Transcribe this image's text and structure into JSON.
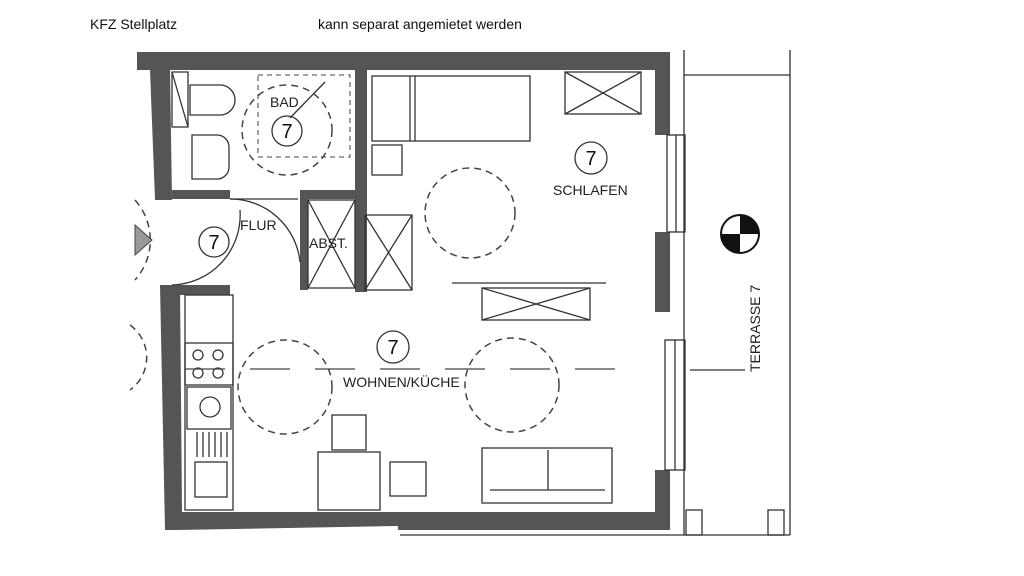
{
  "header": {
    "parking_label": "KFZ Stellplatz",
    "parking_note": "kann separat angemietet werden"
  },
  "rooms": [
    {
      "name": "BAD",
      "number": "7"
    },
    {
      "name": "FLUR",
      "number": "7"
    },
    {
      "name": "ABST.",
      "number": ""
    },
    {
      "name": "SCHLAFEN",
      "number": "7"
    },
    {
      "name": "WOHNEN/KÜCHE",
      "number": "7"
    },
    {
      "name": "TERRASSE 7",
      "number": ""
    }
  ],
  "colors": {
    "wall": "#555555",
    "line": "#333333"
  },
  "icons": [
    "north-compass-icon",
    "entrance-arrow-icon"
  ]
}
